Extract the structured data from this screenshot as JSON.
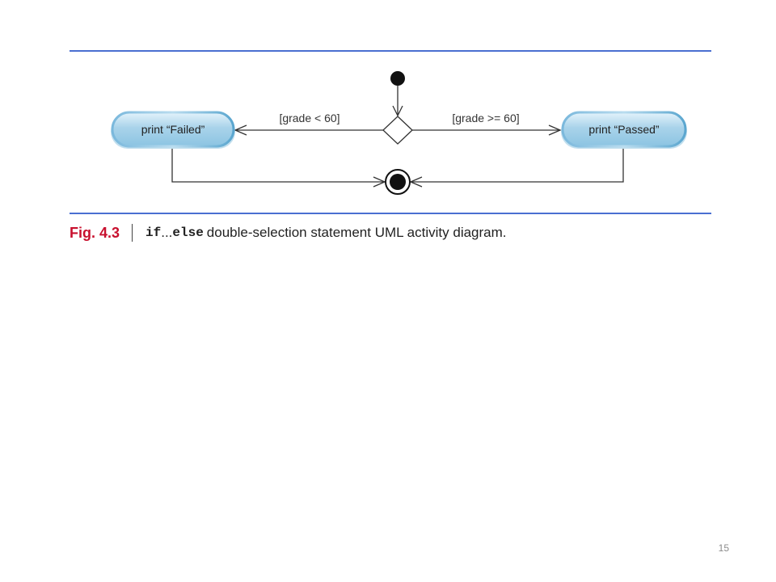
{
  "diagram": {
    "left_action": "print “Failed”",
    "right_action": "print “Passed”",
    "left_guard": "[grade < 60]",
    "right_guard": "[grade >= 60]"
  },
  "caption": {
    "fig_label": "Fig. 4.3",
    "code_if": "if",
    "ellipsis": "...",
    "code_else": "else",
    "text": "double-selection statement UML activity diagram."
  },
  "page_number": "15",
  "colors": {
    "rule": "#4a6fd1",
    "node_fill": "#a9d3ea",
    "node_edge": "#5aa6cf",
    "fig_label": "#c8102e"
  }
}
